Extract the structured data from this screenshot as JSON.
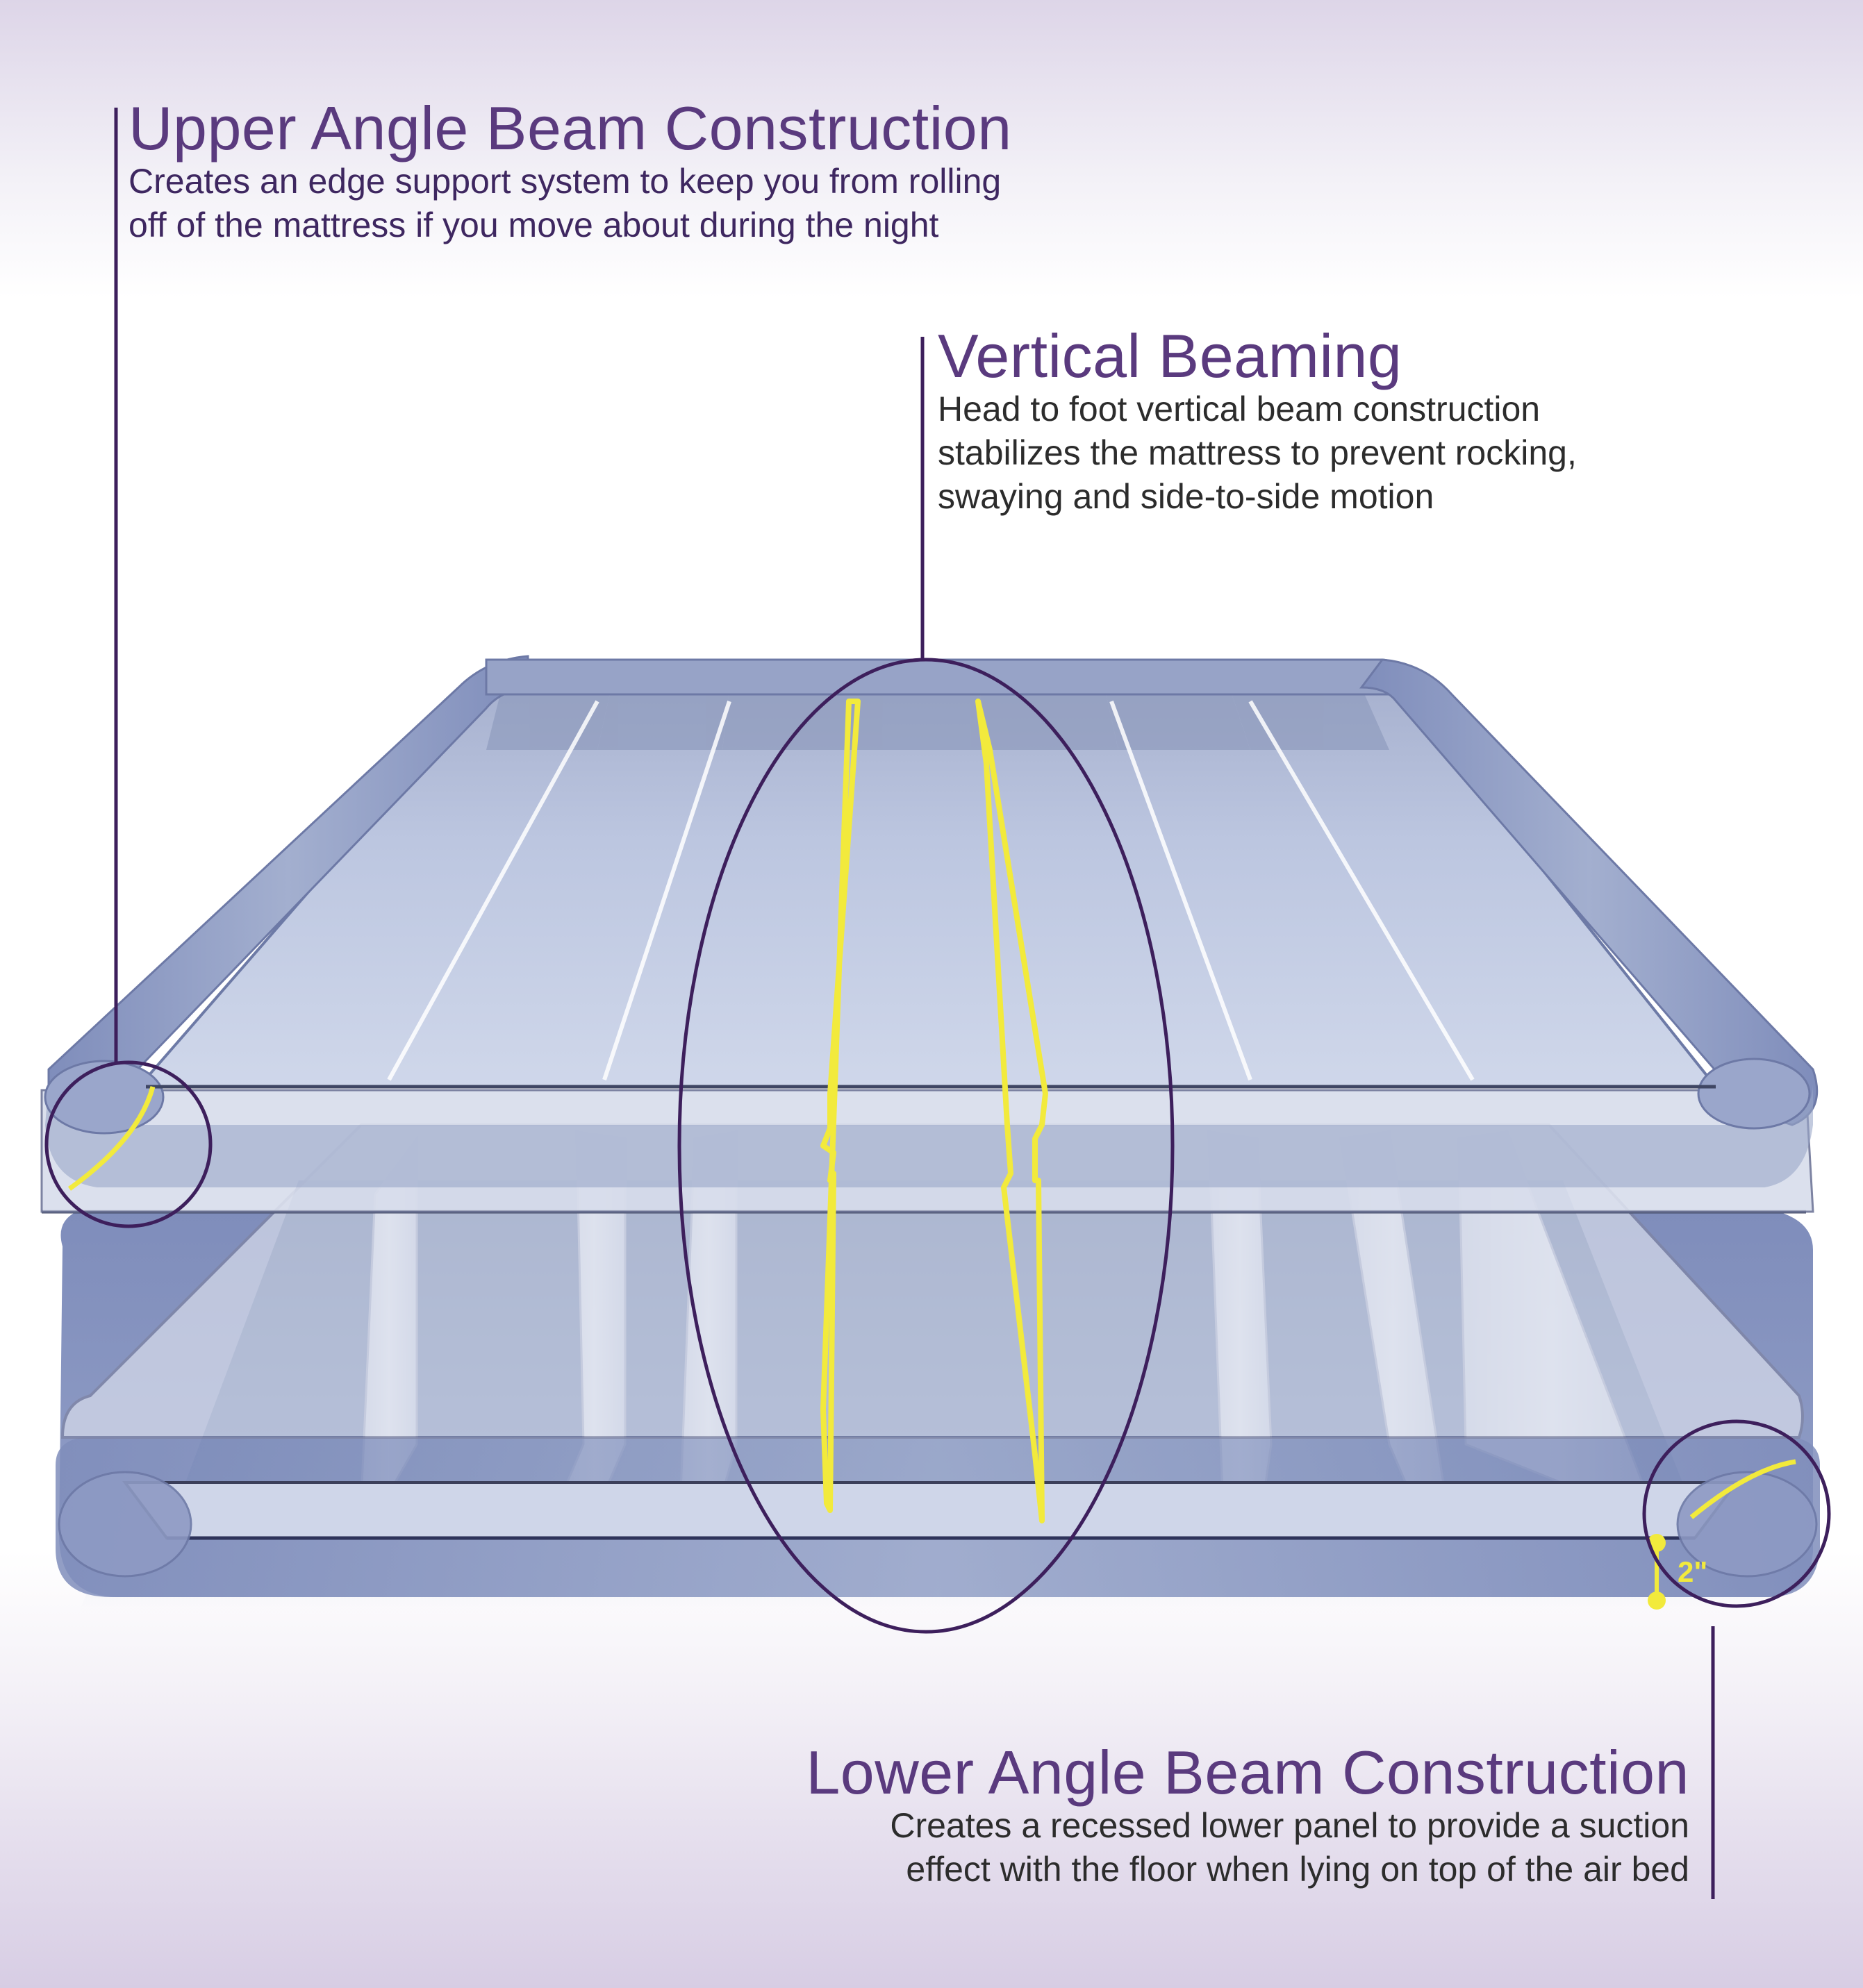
{
  "callouts": {
    "upper": {
      "title": "Upper Angle Beam Construction",
      "line1": "Creates an edge support system to keep you from rolling",
      "line2": "off of the mattress if you move about during the night"
    },
    "vertical": {
      "title": "Vertical Beaming",
      "line1": "Head to foot vertical beam construction",
      "line2": "stabilizes the mattress  to prevent rocking,",
      "line3": "swaying and side-to-side motion"
    },
    "lower": {
      "title": "Lower Angle Beam Construction",
      "line1": "Creates a recessed lower panel to provide a suction",
      "line2": "effect with the floor when lying on top of the air bed"
    }
  },
  "measurement": {
    "label": "2\""
  },
  "colors": {
    "leader_purple": "#3d1f5c",
    "highlight_yellow": "#f2ea3c",
    "mattress_blue": "#8f9bc4",
    "mattress_deep": "#5d73a3"
  }
}
